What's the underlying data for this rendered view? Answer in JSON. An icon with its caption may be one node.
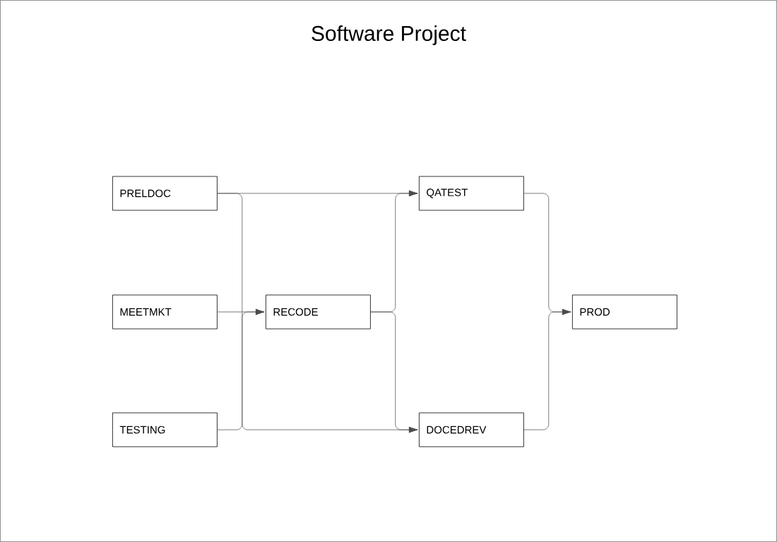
{
  "diagram": {
    "title": "Software Project",
    "nodes": [
      {
        "text": [
          "PRELDOC"
        ]
      },
      {
        "text": [
          "MEETMKT"
        ]
      },
      {
        "text": [
          "TESTING"
        ]
      },
      {
        "text": [
          "RECODE"
        ]
      },
      {
        "text": [
          "QATEST"
        ]
      },
      {
        "text": [
          "DOCEDREV"
        ]
      },
      {
        "text": [
          "PROD"
        ]
      }
    ],
    "edges": [
      {
        "from": 0,
        "to": 4,
        "arrow": "to"
      },
      {
        "from": 0,
        "to": 5,
        "arrow": "to"
      },
      {
        "from": 1,
        "to": 3,
        "arrow": "to"
      },
      {
        "from": 2,
        "to": 3,
        "arrow": "to"
      },
      {
        "from": 3,
        "to": 4,
        "arrow": "to"
      },
      {
        "from": 3,
        "to": 5,
        "arrow": "to"
      },
      {
        "from": 4,
        "to": 6,
        "arrow": "to"
      },
      {
        "from": 5,
        "to": 6,
        "arrow": "to"
      }
    ]
  }
}
